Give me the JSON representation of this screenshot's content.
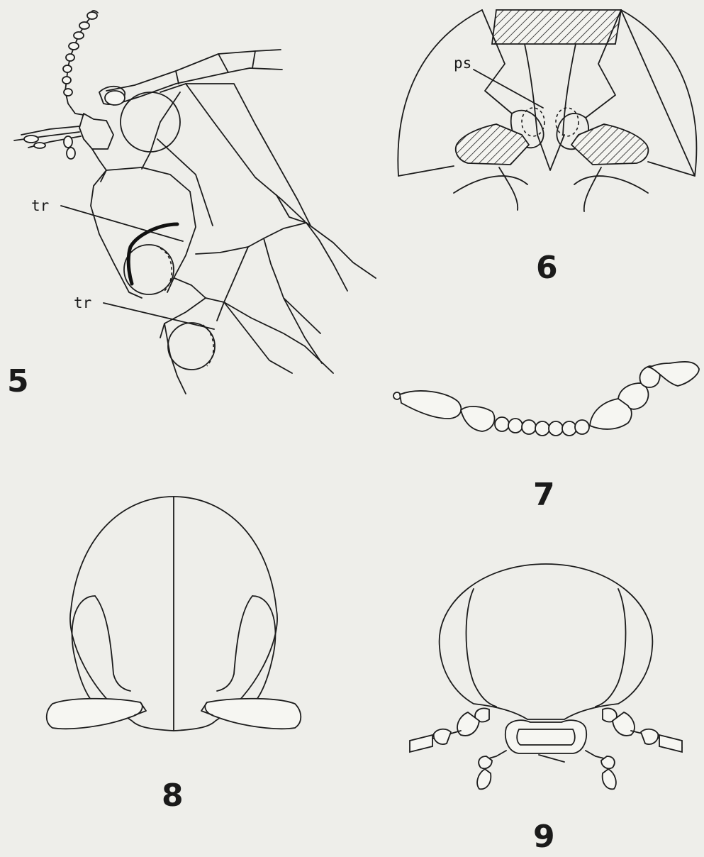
{
  "figures": [
    {
      "number": "5",
      "labels": [
        "tr",
        "tr"
      ]
    },
    {
      "number": "6",
      "labels": [
        "ps"
      ]
    },
    {
      "number": "7",
      "labels": []
    },
    {
      "number": "8",
      "labels": []
    },
    {
      "number": "9",
      "labels": []
    }
  ],
  "colors": {
    "background": "#eeeeea",
    "ink": "#1c1c1c"
  }
}
